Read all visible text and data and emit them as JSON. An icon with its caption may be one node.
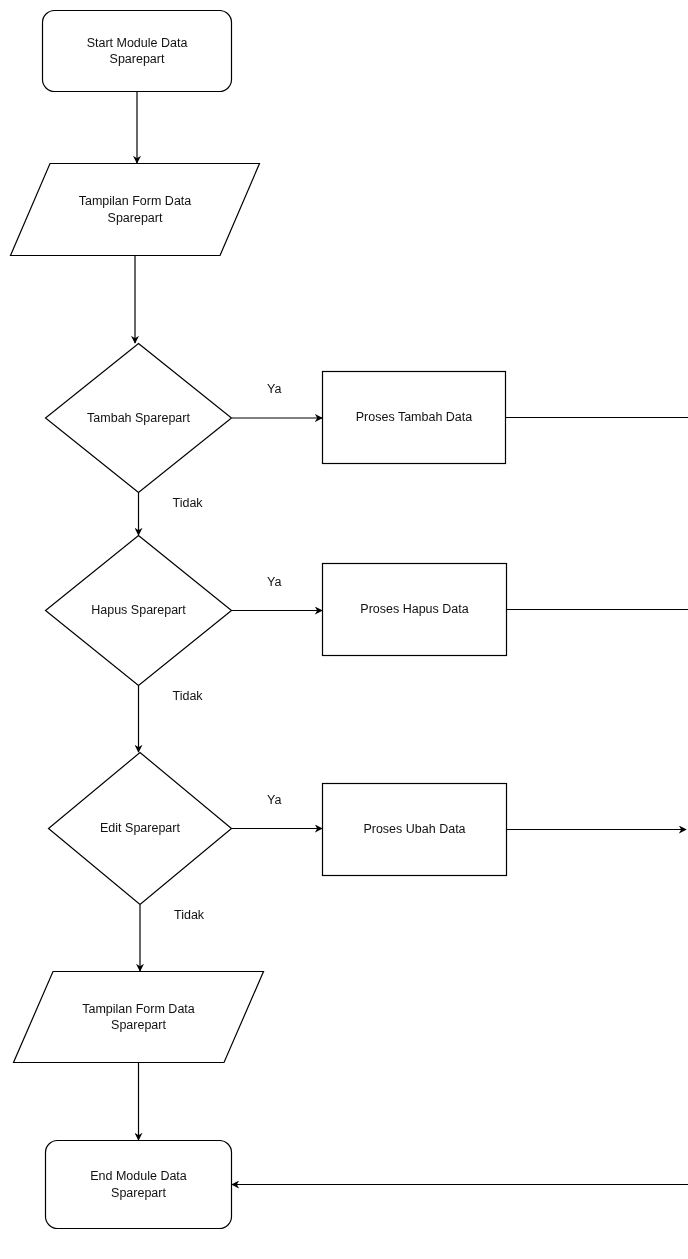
{
  "diagram": {
    "nodes": [
      {
        "text": [
          "Start Module Data Sparepart"
        ]
      },
      {
        "text": [
          "Tampilan Form Data Sparepart"
        ]
      },
      {
        "text": [
          "Tambah Sparepart"
        ]
      },
      {
        "text": [
          "Proses Tambah Data"
        ]
      },
      {
        "text": [
          "Hapus Sparepart"
        ]
      },
      {
        "text": [
          "Proses Hapus Data"
        ]
      },
      {
        "text": [
          "Edit Sparepart"
        ]
      },
      {
        "text": [
          "Proses Ubah Data"
        ]
      },
      {
        "text": [
          "Tampilan Form Data Sparepart"
        ]
      },
      {
        "text": [
          "End Module Data Sparepart"
        ]
      }
    ],
    "edges": [
      {
        "from": 0,
        "to": 1,
        "arrow": "to"
      },
      {
        "from": 1,
        "to": 2,
        "arrow": "to"
      },
      {
        "from": 2,
        "to": 3,
        "arrow": "to",
        "label": "Ya"
      },
      {
        "from": 2,
        "to": 4,
        "arrow": "to",
        "label": "Tidak"
      },
      {
        "from": 3,
        "to": null,
        "arrow": "none"
      },
      {
        "from": 4,
        "to": 5,
        "arrow": "to",
        "label": "Ya"
      },
      {
        "from": 4,
        "to": 6,
        "arrow": "to",
        "label": "Tidak"
      },
      {
        "from": 5,
        "to": null,
        "arrow": "none"
      },
      {
        "from": 6,
        "to": 7,
        "arrow": "to",
        "label": "Ya"
      },
      {
        "from": 6,
        "to": 8,
        "arrow": "to",
        "label": "Tidak"
      },
      {
        "from": 7,
        "to": null,
        "arrow": "to"
      },
      {
        "from": 8,
        "to": 9,
        "arrow": "to"
      },
      {
        "from": null,
        "to": 9,
        "arrow": "to"
      }
    ]
  }
}
